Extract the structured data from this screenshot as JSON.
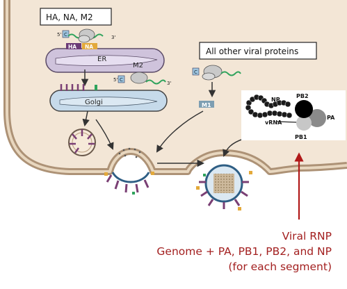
{
  "labels": {
    "ha_na_m2": "HA, NA, M2",
    "all_other": "All other viral proteins",
    "er": "ER",
    "m2": "M2",
    "golgi": "Golgi",
    "ha": "HA",
    "na": "NA",
    "m1": "M1",
    "five_prime": "5'",
    "three_prime": "3'",
    "c": "C"
  },
  "rnp_inset": {
    "np": "NP",
    "pb2": "PB2",
    "pa": "PA",
    "vrna": "vRNA",
    "pb1": "PB1"
  },
  "caption": {
    "line1": "Viral RNP",
    "line2": "Genome + PA, PB1, PB2, and NP",
    "line3": "(for each segment)"
  },
  "colors": {
    "cell_fill": "#f3e6d6",
    "cell_edge": "#ad9276",
    "er_fill": "#cfc3dc",
    "golgi_fill": "#c6daea",
    "spike_purple": "#7a3f74",
    "rna_green": "#2fa35c",
    "arrow_red": "#b01818",
    "ha_tag": "#6b3a76",
    "na_tag": "#e3a93a",
    "m1_tag": "#7d9eb2"
  }
}
